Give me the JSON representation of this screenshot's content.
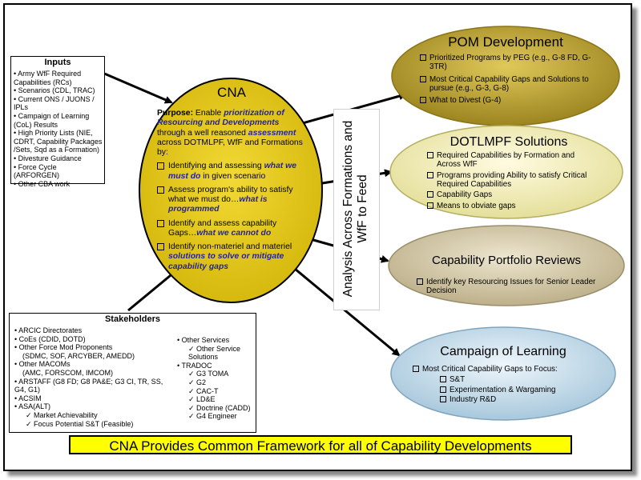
{
  "inputs": {
    "title": "Inputs",
    "items": [
      "Army WfF Required Capabilities (RCs)",
      "Scenarios (CDL, TRAC)",
      "Current  ONS / JUONS / IPLs",
      "Campaign of Learning (CoL) Results",
      "High Priority Lists (NIE, CDRT, Capability Packages /Sets, Sqd as a Formation)",
      "Divesture Guidance",
      "Force Cycle (ARFORGEN)",
      "Other CBA work"
    ]
  },
  "cna": {
    "title": "CNA",
    "purpose_label": "Purpose:",
    "purpose_1": " Enable ",
    "purpose_emph_1": "prioritization of Resourcing and Developments",
    "purpose_2": " through a well reasoned ",
    "purpose_emph_2": "assessment",
    "purpose_3": " across DOTMLPF, WfF and Formations by:",
    "item1_a": "Identifying and assessing ",
    "item1_emph": "what we must do",
    "item1_b": " in given scenario",
    "item2_a": "Assess program's ability to satisfy what we must do…",
    "item2_emph": "what is programmed",
    "item3_a": "Identify and assess capability Gaps…",
    "item3_emph": "what we cannot do",
    "item4_a": "Identify non-materiel and materiel ",
    "item4_emph": "solutions to solve or mitigate capability gaps"
  },
  "analysis_label": "Analysis Across Formations and WfF to Feed",
  "pom": {
    "title": "POM Development",
    "items": [
      "Prioritized Programs by PEG  (e.g., G-8 FD,  G-3TR)",
      "Most Critical Capability Gaps and Solutions to pursue (e.g., G-3, G-8)",
      "What to Divest (G-4)"
    ]
  },
  "dotmlpf": {
    "title": "DOTLMPF Solutions",
    "items": [
      "Required Capabilities by Formation and Across WfF",
      "Programs providing Ability to satisfy Critical Required Capabilities",
      "Capability Gaps",
      "Means to obviate gaps"
    ]
  },
  "cpr": {
    "title": "Capability Portfolio Reviews",
    "items": [
      "Identify key Resourcing Issues for Senior Leader Decision"
    ]
  },
  "col": {
    "title": "Campaign of Learning",
    "lead": "Most Critical Capability Gaps to Focus:",
    "subs": [
      "S&T",
      "Experimentation & Wargaming",
      "Industry R&D"
    ]
  },
  "stakeholders": {
    "title": "Stakeholders",
    "left": [
      {
        "t": "ARCIC Directorates",
        "k": "b"
      },
      {
        "t": "CoEs (CDID, DOTD)",
        "k": "b"
      },
      {
        "t": "Other Force Mod Proponents",
        "k": "b"
      },
      {
        "t": "(SDMC, SOF, ARCYBER, AMEDD)",
        "k": "i"
      },
      {
        "t": "Other MACOMs",
        "k": "b"
      },
      {
        "t": "(AMC, FORSCOM, IMCOM)",
        "k": "i"
      },
      {
        "t": "ARSTAFF (G8 FD; G8 PA&E; G3 CI, TR, SS, G4, G1)",
        "k": "b"
      },
      {
        "t": "ACSIM",
        "k": "b"
      },
      {
        "t": "ASA(ALT)",
        "k": "b"
      },
      {
        "t": "Market Achievability",
        "k": "c"
      },
      {
        "t": "Focus Potential S&T (Feasible)",
        "k": "c"
      }
    ],
    "right": [
      {
        "t": "Other Services",
        "k": "b"
      },
      {
        "t": "Other Service Solutions",
        "k": "c"
      },
      {
        "t": "TRADOC",
        "k": "b"
      },
      {
        "t": "G3 TOMA",
        "k": "c"
      },
      {
        "t": "G2",
        "k": "c"
      },
      {
        "t": "CAC-T",
        "k": "c"
      },
      {
        "t": "LD&E",
        "k": "c"
      },
      {
        "t": "Doctrine (CADD)",
        "k": "c"
      },
      {
        "t": "G4 Engineer",
        "k": "c"
      }
    ]
  },
  "banner": "CNA Provides Common Framework for all of Capability Developments",
  "colors": {
    "cna_fill": "#e4c81a",
    "pom_fill": "#bfa43a",
    "dotmlpf_fill": "#f4f1c4",
    "cpr_fill": "#d9cfb3",
    "col_fill": "#cfe2ef",
    "emphasis_text": "#2323a6",
    "banner_fill": "#ffff00"
  }
}
